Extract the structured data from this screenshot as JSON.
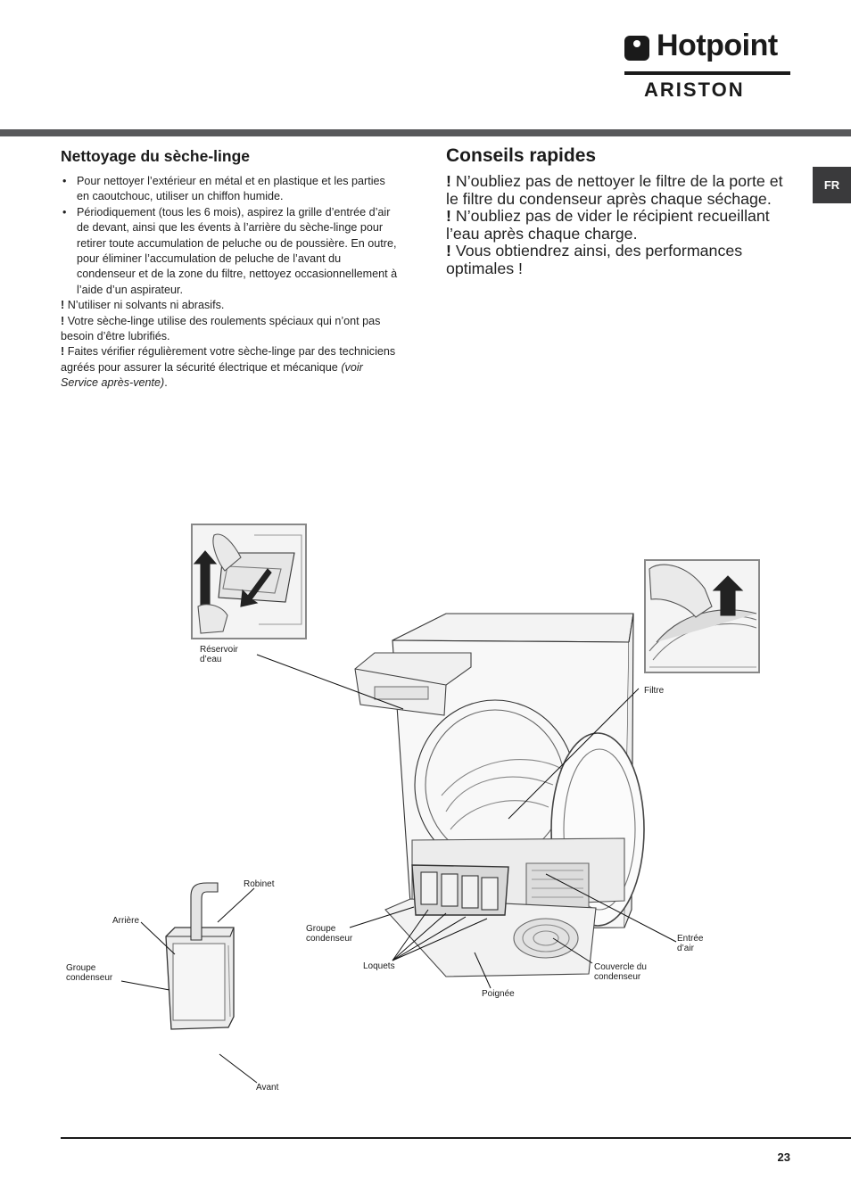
{
  "brand": {
    "name": "Hotpoint",
    "sub": "ARISTON"
  },
  "language_tab": "FR",
  "left": {
    "title": "Nettoyage du sèche-linge",
    "bullets": [
      "Pour nettoyer l’extérieur en métal et en plastique et les parties en caoutchouc, utiliser un chiffon humide.",
      "Périodiquement (tous les 6 mois), aspirez la grille d’entrée d’air de devant, ainsi que les évents à l’arrière du sèche-linge pour retirer toute accumulation de peluche ou de poussière. En outre, pour éliminer l’accumulation de peluche de l’avant du condenseur et de la zone du filtre, nettoyez occasionnellement à l’aide d’un aspirateur."
    ],
    "notes": [
      {
        "mark": "!",
        "text": "N’utiliser ni solvants ni abrasifs."
      },
      {
        "mark": "!",
        "text": "Votre sèche-linge utilise des roulements spéciaux qui n’ont pas besoin d’être lubrifiés."
      },
      {
        "mark": "!",
        "text": "Faites vérifier régulièrement votre sèche-linge par des techniciens agréés pour assurer la sécurité électrique et mécanique ",
        "italic": "(voir Service après-vente)",
        "tail": "."
      }
    ]
  },
  "right": {
    "title": "Conseils rapides",
    "notes": [
      {
        "mark": "!",
        "text": "N’oubliez pas de nettoyer le filtre de la porte et le filtre du condenseur après chaque séchage."
      },
      {
        "mark": "!",
        "text": "N’oubliez pas de vider le récipient recueillant l’eau après chaque charge."
      },
      {
        "mark": "!",
        "text": "Vous obtiendrez ainsi, des performances optimales !"
      }
    ]
  },
  "figure": {
    "labels": {
      "reservoir": "Réservoir\nd’eau",
      "filtre": "Filtre",
      "robinet": "Robinet",
      "arriere": "Arrière",
      "groupe_left": "Groupe\ncondenseur",
      "groupe_mid": "Groupe\ncondenseur",
      "loquets": "Loquets",
      "poignee": "Poignée",
      "couvercle": "Couvercle du\ncondenseur",
      "entree": "Entrée\nd’air",
      "avant": "Avant"
    }
  },
  "page_number": "23"
}
